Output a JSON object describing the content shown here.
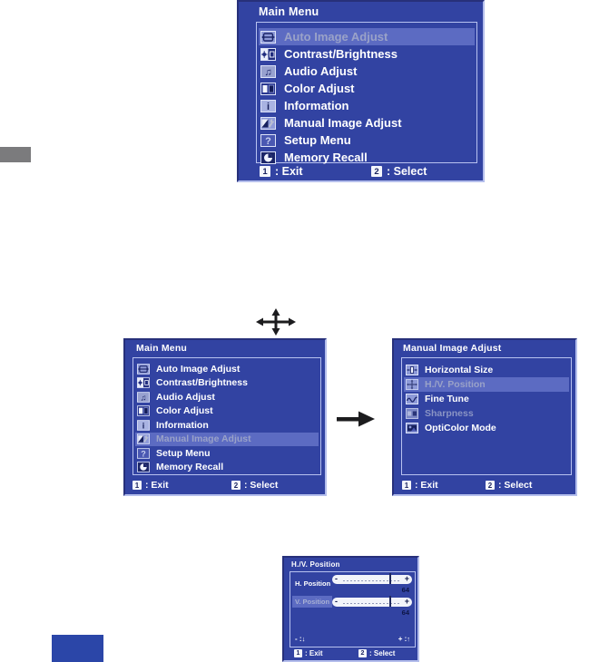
{
  "colors": {
    "osd_blue": "#3243a2",
    "highlight_bar": "#5c6bc2",
    "highlight_text": "#9aa2c8",
    "disabled_text": "#8a94c4",
    "border_light": "#b8c2f0",
    "border_dark": "#27307a",
    "slider_value_text": "#0d1545",
    "gray_tab": "#7b7b7d",
    "blue_box": "#2b46a8"
  },
  "main_menu": {
    "title": "Main Menu",
    "items": [
      {
        "label": "Auto Image Adjust",
        "icon": "auto-image-adjust-icon",
        "selected_in_top_menu": true,
        "selected_in_mid_menu": false
      },
      {
        "label": "Contrast/Brightness",
        "icon": "contrast-brightness-icon",
        "selected_in_top_menu": false,
        "selected_in_mid_menu": false
      },
      {
        "label": "Audio Adjust",
        "icon": "audio-adjust-icon",
        "selected_in_top_menu": false,
        "selected_in_mid_menu": false
      },
      {
        "label": "Color Adjust",
        "icon": "color-adjust-icon",
        "selected_in_top_menu": false,
        "selected_in_mid_menu": false
      },
      {
        "label": "Information",
        "icon": "information-icon",
        "selected_in_top_menu": false,
        "selected_in_mid_menu": false
      },
      {
        "label": "Manual Image Adjust",
        "icon": "manual-image-adjust-icon",
        "selected_in_top_menu": false,
        "selected_in_mid_menu": true
      },
      {
        "label": "Setup Menu",
        "icon": "setup-menu-icon",
        "selected_in_top_menu": false,
        "selected_in_mid_menu": false
      },
      {
        "label": "Memory Recall",
        "icon": "memory-recall-icon",
        "selected_in_top_menu": false,
        "selected_in_mid_menu": false
      }
    ]
  },
  "manual_image_adjust": {
    "title": "Manual Image Adjust",
    "items": [
      {
        "label": "Horizontal Size",
        "icon": "horizontal-size-icon",
        "state": "normal"
      },
      {
        "label": "H./V. Position",
        "icon": "hv-position-icon",
        "state": "highlighted"
      },
      {
        "label": "Fine Tune",
        "icon": "fine-tune-icon",
        "state": "normal"
      },
      {
        "label": "Sharpness",
        "icon": "sharpness-icon",
        "state": "disabled"
      },
      {
        "label": "OptiColor Mode",
        "icon": "opticolor-mode-icon",
        "state": "normal"
      }
    ]
  },
  "hv_position": {
    "title": "H./V. Position",
    "sliders": [
      {
        "label": "H. Position",
        "value": "64",
        "percent": 72,
        "state": "normal"
      },
      {
        "label": "V. Position",
        "value": "64",
        "percent": 72,
        "state": "highlighted"
      }
    ],
    "slider_minus": "-",
    "slider_plus": "+",
    "decrease_hint": "- :",
    "down_arrow": "↓",
    "increase_hint": "+ :",
    "up_arrow": "↑"
  },
  "footer": {
    "exit_key": "1",
    "exit_label": ": Exit",
    "select_key": "2",
    "select_label": ": Select"
  }
}
